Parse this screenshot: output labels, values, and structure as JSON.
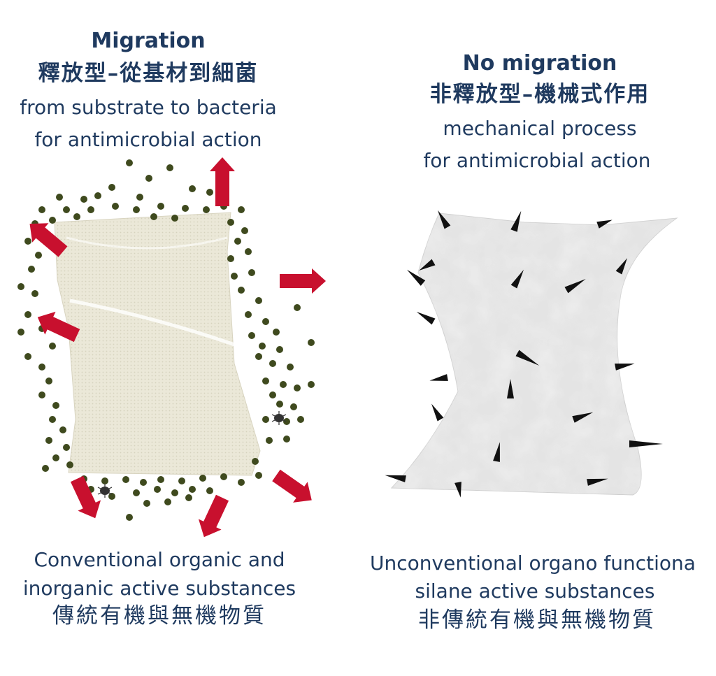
{
  "left": {
    "title": "Migration",
    "title_zh": "釋放型–從基材到細菌",
    "subtitle_line1": "from substrate to bacteria",
    "subtitle_line2": "for antimicrobial action",
    "caption_line1": "Conventional organic and",
    "caption_line2": "inorganic active substances",
    "caption_zh": "傳統有機與無機物質"
  },
  "right": {
    "title": "No migration",
    "title_zh": "非釋放型–機械式作用",
    "subtitle_line1": "mechanical process",
    "subtitle_line2": "for antimicrobial action",
    "caption_line1": "Unconventional organo functiona",
    "caption_line2": "silane active substances",
    "caption_zh": "非傳統有機與無機物質"
  },
  "colors": {
    "text": "#1f3a5f",
    "arrow": "#c8102e",
    "dot": "#3f4a1e",
    "fabric_left": "#e9e6d6",
    "fabric_right": "#dcdcdc",
    "spike": "#111111"
  }
}
